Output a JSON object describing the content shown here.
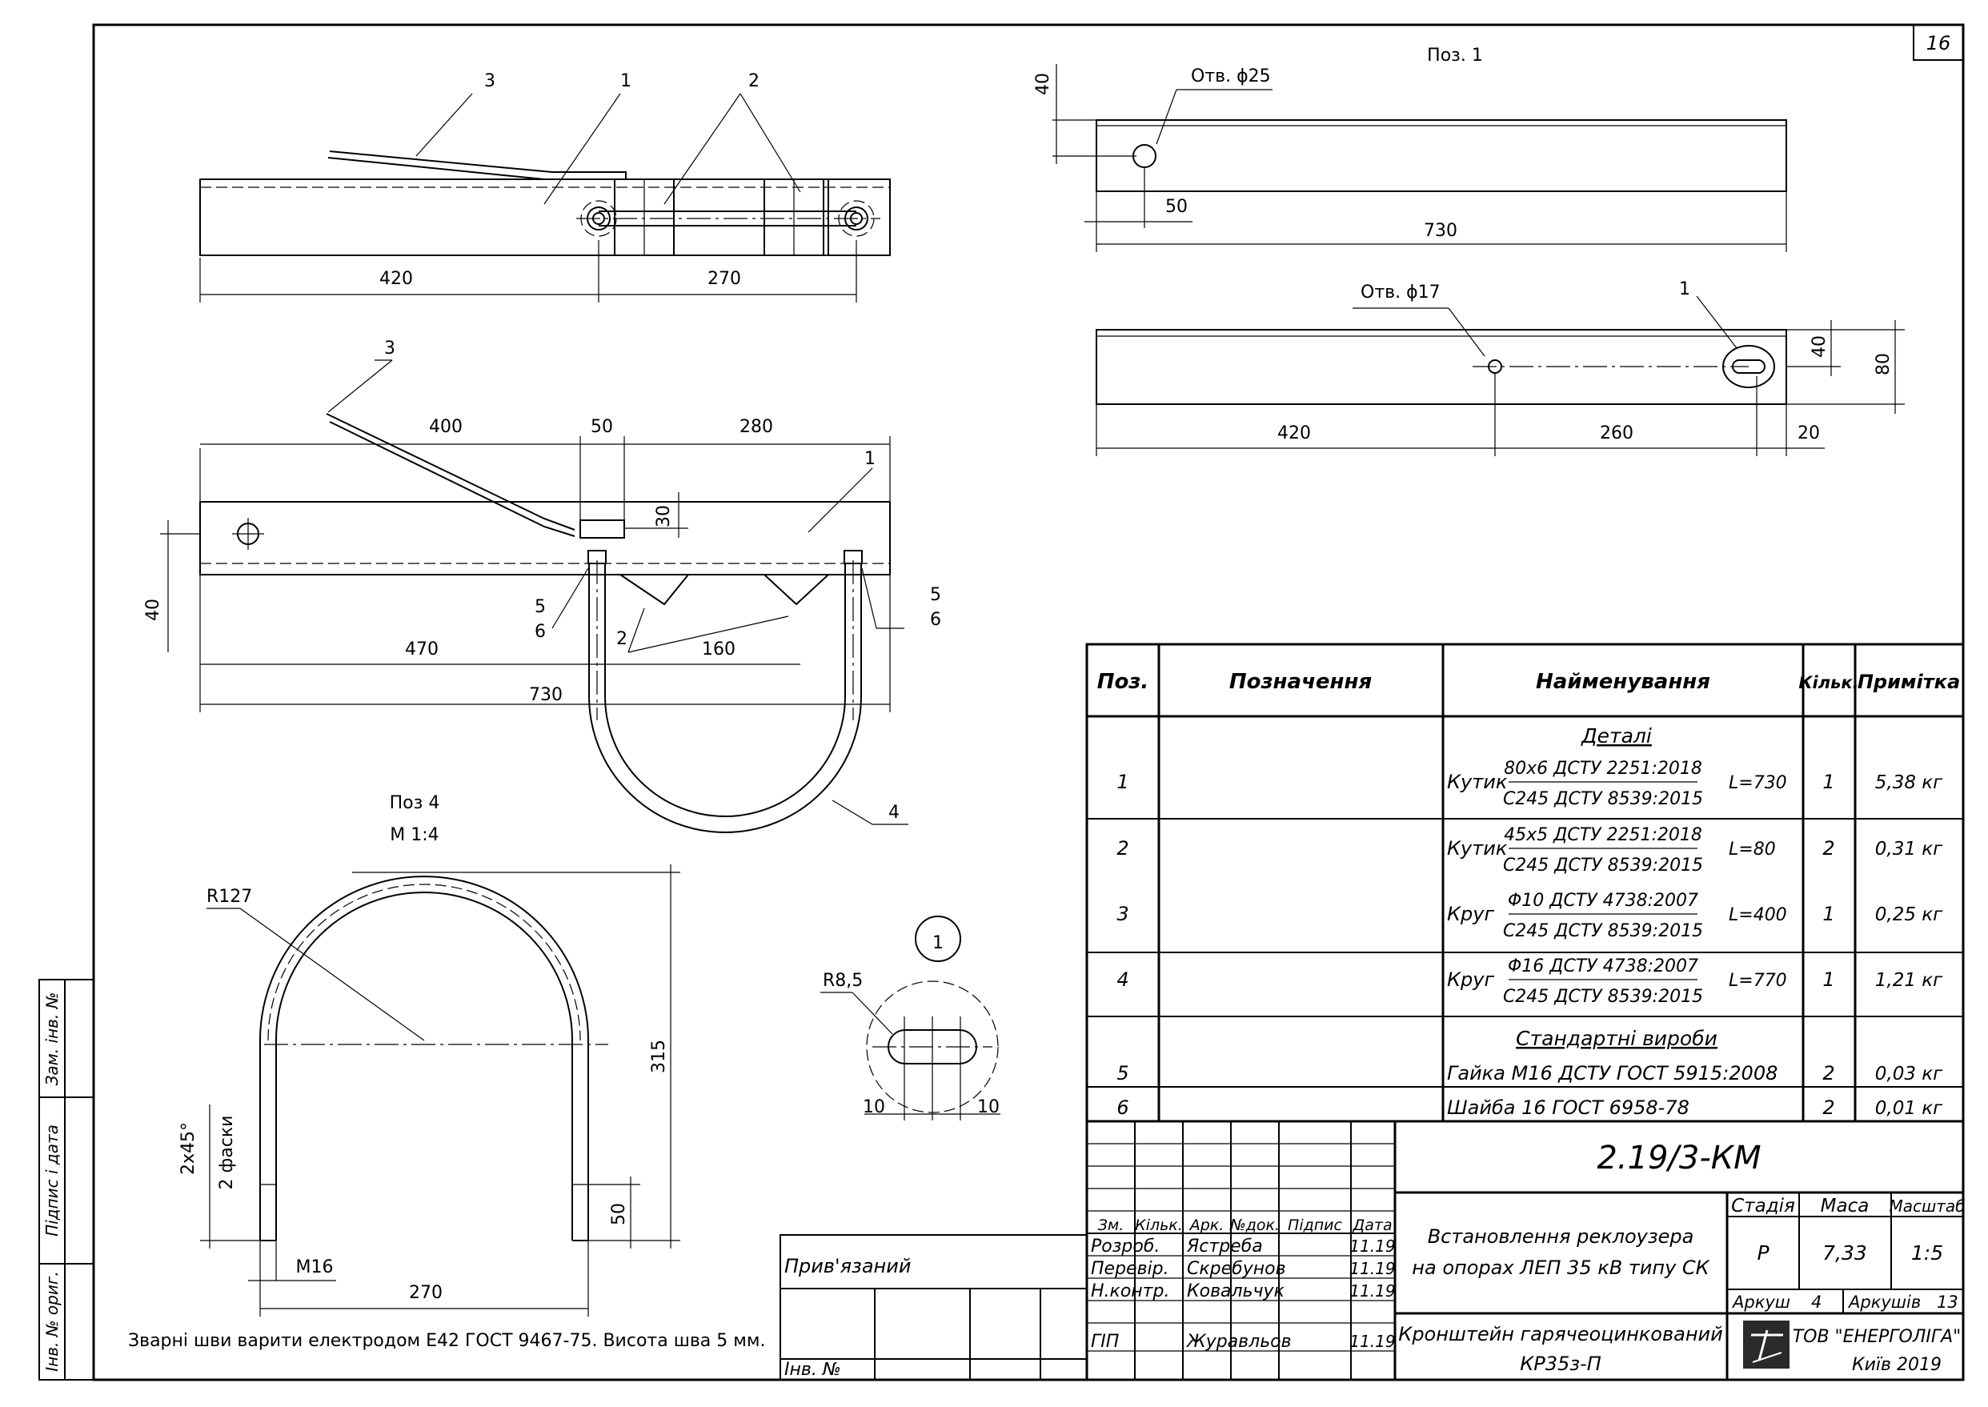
{
  "sheet_number": "16",
  "views": {
    "pos1_title": "Поз. 1",
    "hole25": "Отв. ϕ25",
    "hole17": "Отв. ϕ17",
    "pos4_title": "Поз 4",
    "pos4_scale": "М 1:4",
    "detail_1": "1"
  },
  "dims": {
    "top_420": "420",
    "top_270": "270",
    "mid_400": "400",
    "mid_50": "50",
    "mid_280": "280",
    "mid_30": "30",
    "mid_40": "40",
    "mid_470": "470",
    "mid_160": "160",
    "mid_730": "730",
    "p1_40": "40",
    "p1_50": "50",
    "p1_730": "730",
    "p1b_420": "420",
    "p1b_260": "260",
    "p1b_20": "20",
    "p1b_40": "40",
    "p1b_80": "80",
    "p4_R127": "R127",
    "p4_315": "315",
    "p4_chamfer": "2х45°",
    "p4_chamfer_note": "2 фаски",
    "p4_50": "50",
    "p4_M16": "M16",
    "p4_270": "270",
    "d1_R85": "R8,5",
    "d1_10a": "10",
    "d1_10b": "10"
  },
  "leaders": {
    "top_3": "3",
    "top_1": "1",
    "top_2": "2",
    "mid_3": "3",
    "mid_1": "1",
    "mid_5l": "5",
    "mid_6l": "6",
    "mid_2": "2",
    "mid_5r": "5",
    "mid_6r": "6",
    "mid_4": "4",
    "p1b_1": "1"
  },
  "weld_note": "Зварні шви варити електродом Е42 ГОСТ 9467-75. Висота шва 5 мм.",
  "spec": {
    "headers": [
      "Поз.",
      "Позначення",
      "Найменування",
      "Кільк.",
      "Примітка"
    ],
    "section_details": "Деталі",
    "section_standard": "Стандартні вироби",
    "rows": [
      {
        "pos": "1",
        "name": "Кутик",
        "num": "80х6 ДСТУ 2251:2018",
        "den": "С245 ДСТУ 8539:2015",
        "len": "L=730",
        "qty": "1",
        "note": "5,38 кг"
      },
      {
        "pos": "2",
        "name": "Кутик",
        "num": "45х5 ДСТУ 2251:2018",
        "den": "С245 ДСТУ 8539:2015",
        "len": "L=80",
        "qty": "2",
        "note": "0,31 кг"
      },
      {
        "pos": "3",
        "name": "Круг",
        "num": "Φ10 ДСТУ 4738:2007",
        "den": "С245 ДСТУ 8539:2015",
        "len": "L=400",
        "qty": "1",
        "note": "0,25 кг"
      },
      {
        "pos": "4",
        "name": "Круг",
        "num": "Φ16 ДСТУ 4738:2007",
        "den": "С245 ДСТУ 8539:2015",
        "len": "L=770",
        "qty": "1",
        "note": "1,21 кг"
      }
    ],
    "std_rows": [
      {
        "pos": "5",
        "name": "Гайка М16 ДСТУ ГОСТ 5915:2008",
        "qty": "2",
        "note": "0,03 кг"
      },
      {
        "pos": "6",
        "name": "Шайба 16 ГОСТ 6958-78",
        "qty": "2",
        "note": "0,01 кг"
      }
    ]
  },
  "title_block": {
    "code": "2.19/3-КМ",
    "project_line1": "Встановлення реклоузера",
    "project_line2": "на опорах ЛЕП 35 кВ типу СК",
    "stage_label": "Стадія",
    "mass_label": "Маса",
    "scale_label": "Масштаб",
    "stage": "Р",
    "mass": "7,33",
    "scale": "1:5",
    "sheet_label": "Аркуш",
    "sheet": "4",
    "sheets_label": "Аркушів",
    "sheets": "13",
    "part_line1": "Кронштейн гарячеоцинкований",
    "part_line2": "КР35з-П",
    "company": "ТОВ \"ЕНЕРГОЛІГА\"",
    "city_year": "Київ 2019",
    "col_headers": [
      "Зм.",
      "Кільк.",
      "Арк.",
      "№док.",
      "Підпис",
      "Дата"
    ],
    "roles": [
      {
        "role": "Розроб.",
        "name": "Ястреба",
        "date": "11.19"
      },
      {
        "role": "Перевір.",
        "name": "Скребунов",
        "date": "11.19"
      },
      {
        "role": "Н.контр.",
        "name": "Ковальчук",
        "date": "11.19"
      },
      {
        "role": "ГІП",
        "name": "Журавльов",
        "date": "11.19"
      }
    ],
    "linked": "Прив'язаний",
    "inv_no": "Інв. №"
  },
  "side_stamp": {
    "replace_inv": "Зам. інв. №",
    "sign_date": "Підпис і дата",
    "orig_inv": "Інв. № ориг."
  }
}
